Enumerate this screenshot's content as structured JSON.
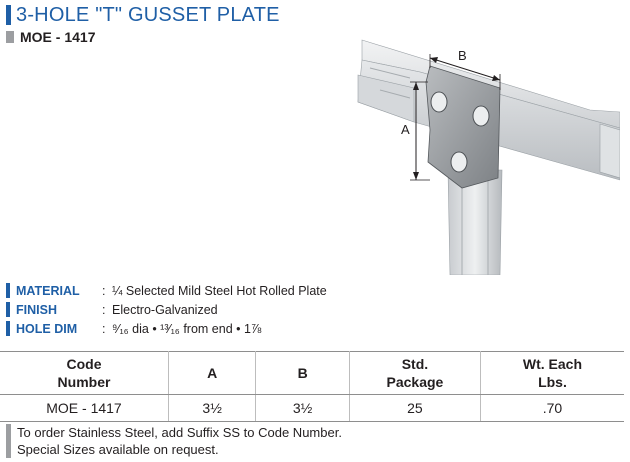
{
  "header": {
    "title": "3-HOLE \"T\" GUSSET PLATE",
    "part_number": "MOE - 1417"
  },
  "colors": {
    "accent": "#1f5fa6",
    "gray_bar": "#9c9ea1"
  },
  "illustration": {
    "dim_a": "A",
    "dim_b": "B"
  },
  "specs": [
    {
      "label": "MATERIAL",
      "colon": ":",
      "value": "¼ Selected Mild Steel Hot Rolled Plate"
    },
    {
      "label": "FINISH",
      "colon": ":",
      "value": "Electro-Galvanized"
    },
    {
      "label": "HOLE DIM",
      "colon": ":",
      "value": "⁹⁄₁₆ dia • ¹³⁄₁₆ from end • 1⅞"
    }
  ],
  "table": {
    "headers": [
      "Code\nNumber",
      "A",
      "B",
      "Std.\nPackage",
      "Wt. Each\nLbs."
    ],
    "rows": [
      [
        "MOE - 1417",
        "3½",
        "3½",
        "25",
        ".70"
      ]
    ]
  },
  "notes": [
    "To order Stainless Steel, add Suffix SS to Code Number.",
    "Special Sizes available on request."
  ]
}
